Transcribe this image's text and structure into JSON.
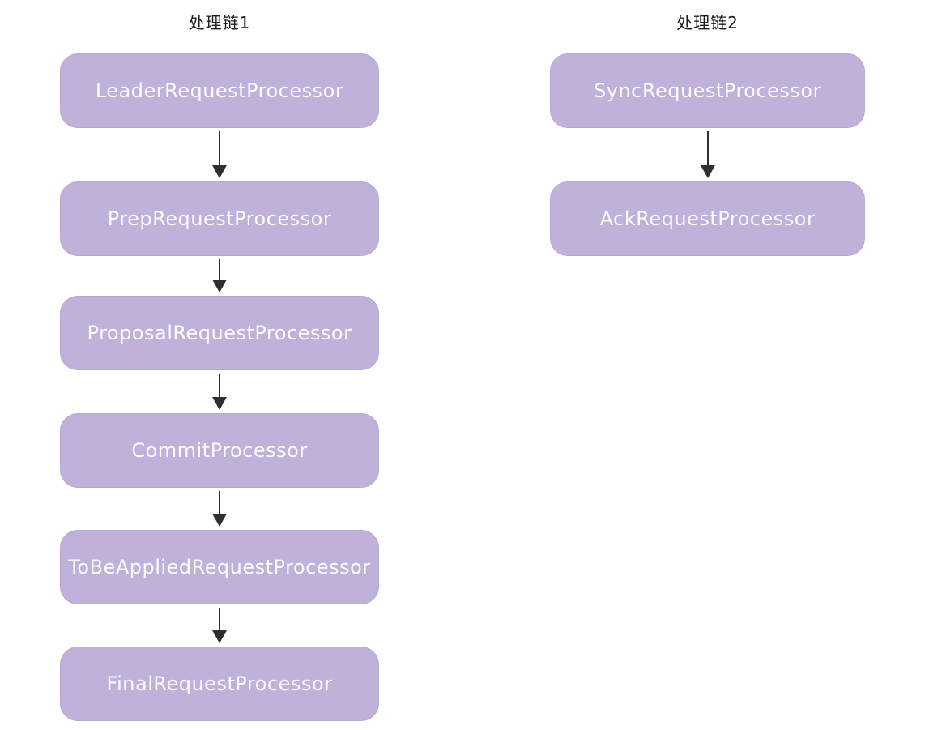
{
  "diagram": {
    "chain1": {
      "title": "处理链1",
      "nodes": [
        "LeaderRequestProcessor",
        "PrepRequestProcessor",
        "ProposalRequestProcessor",
        "CommitProcessor",
        "ToBeAppliedRequestProcessor",
        "FinalRequestProcessor"
      ]
    },
    "chain2": {
      "title": "处理链2",
      "nodes": [
        "SyncRequestProcessor",
        "AckRequestProcessor"
      ]
    },
    "colors": {
      "background": "#ffffff",
      "node_fill": "#bfb1da",
      "node_text": "#fcfbfe",
      "arrow": "#2f2f2f",
      "title_text": "#1d1d1d"
    }
  }
}
